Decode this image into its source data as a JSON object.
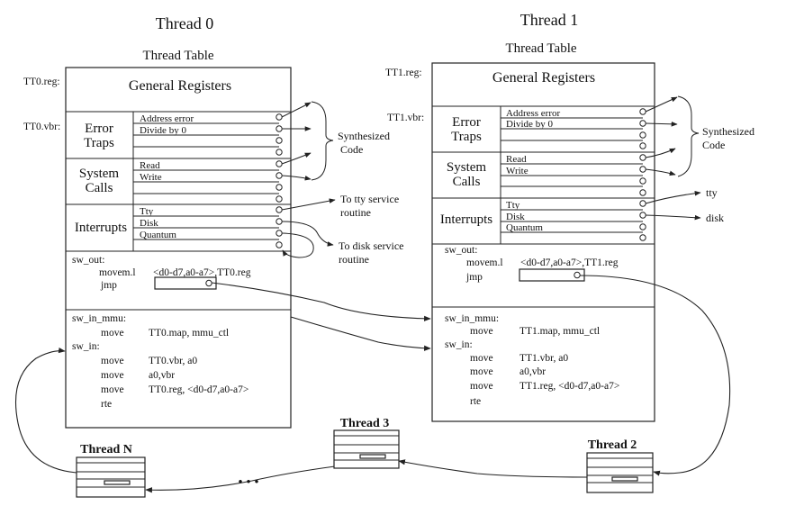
{
  "diagram": {
    "thread0": {
      "title": "Thread 0",
      "table_title": "Thread Table",
      "reg_label": "TT0.reg:",
      "vbr_label": "TT0.vbr:",
      "general_registers": "General Registers",
      "error_traps": [
        "Error",
        "Traps"
      ],
      "error_items": [
        "Address error",
        "Divide by 0"
      ],
      "system_calls": [
        "System",
        "Calls"
      ],
      "syscall_items": [
        "Read",
        "Write"
      ],
      "interrupts": "Interrupts",
      "interrupt_items": [
        "Tty",
        "Disk",
        "Quantum"
      ],
      "sw_out": {
        "label": "sw_out:",
        "lines": [
          {
            "op": "movem.l",
            "arg": "<d0-d7,a0-a7>,TT0.reg"
          },
          {
            "op": "jmp",
            "arg": ""
          }
        ]
      },
      "sw_in_mmu": {
        "label": "sw_in_mmu:",
        "lines": [
          {
            "op": "move",
            "arg": "TT0.map, mmu_ctl"
          }
        ]
      },
      "sw_in": {
        "label": "sw_in:",
        "lines": [
          {
            "op": "move",
            "arg": "TT0.vbr, a0"
          },
          {
            "op": "move",
            "arg": "a0,vbr"
          },
          {
            "op": "move",
            "arg": "TT0.reg, <d0-d7,a0-a7>"
          },
          {
            "op": "rte",
            "arg": ""
          }
        ]
      }
    },
    "thread1": {
      "title": "Thread 1",
      "table_title": "Thread Table",
      "reg_label": "TT1.reg:",
      "vbr_label": "TT1.vbr:",
      "general_registers": "General Registers",
      "error_traps": [
        "Error",
        "Traps"
      ],
      "error_items": [
        "Address error",
        "Divide by 0"
      ],
      "system_calls": [
        "System",
        "Calls"
      ],
      "syscall_items": [
        "Read",
        "Write"
      ],
      "interrupts": "Interrupts",
      "interrupt_items": [
        "Tty",
        "Disk",
        "Quantum"
      ],
      "sw_out": {
        "label": "sw_out:",
        "lines": [
          {
            "op": "movem.l",
            "arg": "<d0-d7,a0-a7>,TT1.reg"
          },
          {
            "op": "jmp",
            "arg": ""
          }
        ]
      },
      "sw_in_mmu": {
        "label": "sw_in_mmu:",
        "lines": [
          {
            "op": "move",
            "arg": "TT1.map, mmu_ctl"
          }
        ]
      },
      "sw_in": {
        "label": "sw_in:",
        "lines": [
          {
            "op": "move",
            "arg": "TT1.vbr, a0"
          },
          {
            "op": "move",
            "arg": "a0,vbr"
          },
          {
            "op": "move",
            "arg": "TT1.reg, <d0-d7,a0-a7>"
          },
          {
            "op": "rte",
            "arg": ""
          }
        ]
      }
    },
    "annotations": {
      "synth_code_left": [
        "Synthesized",
        "Code"
      ],
      "tty_service": [
        "To tty service",
        "routine"
      ],
      "disk_service": [
        "To disk service",
        "routine"
      ],
      "synth_code_right": [
        "Synthesized",
        "Code"
      ],
      "tty": "tty",
      "disk": "disk"
    },
    "mini_threads": {
      "thread_n": "Thread N",
      "thread_3": "Thread 3",
      "thread_2": "Thread 2",
      "ellipsis": "• • •"
    }
  }
}
